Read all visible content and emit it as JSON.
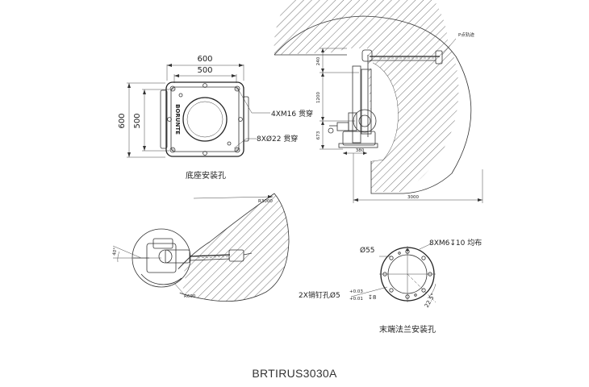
{
  "base": {
    "dim_w_outer": "600",
    "dim_w_inner": "500",
    "dim_h_outer": "600",
    "dim_h_inner": "500",
    "note_thread": "4XM16 贯穿",
    "note_holes": "8XØ22 贯穿",
    "caption": "底座安装孔",
    "logo_text": "BORUNTE"
  },
  "side": {
    "label_track": "P点轨迹",
    "dim_240": "240",
    "dim_1200": "1200",
    "dim_673": "673",
    "dim_380": "380",
    "dim_3000": "3000"
  },
  "top": {
    "label_r3000": "R3000",
    "label_r600": "R600",
    "label_angle": "40°"
  },
  "flange": {
    "dim_55": "Ø55",
    "note_bolts": "8XM6↧10 均布",
    "note_pin": "2X销钉孔Ø5",
    "tol_plus": "+0.03",
    "tol_minus": "+0.01",
    "pin_depth": "↧8",
    "angle": "22.5°",
    "caption": "末端法兰安装孔"
  },
  "model_name": "BRTIRUS3030A",
  "colors": {
    "hatch": "#333333",
    "line": "#333333"
  }
}
